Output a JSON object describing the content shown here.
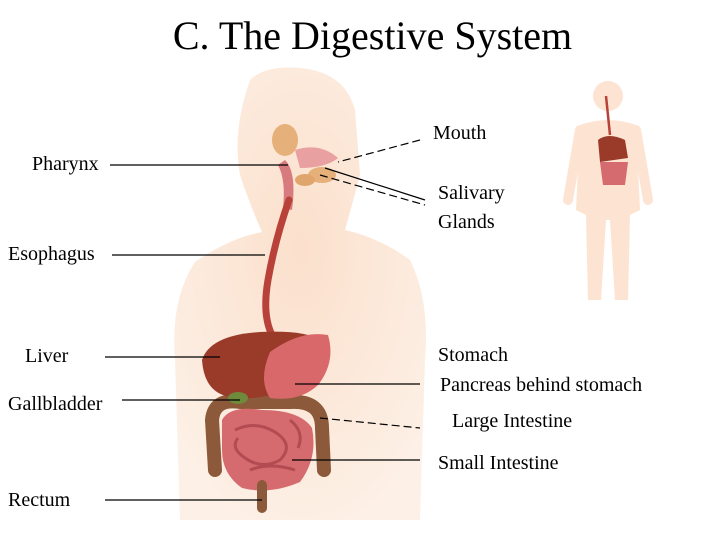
{
  "title": "C. The Digestive System",
  "labels": {
    "mouth": "Mouth",
    "pharynx": "Pharynx",
    "salivary_line1": "Salivary",
    "salivary_line2": "Glands",
    "esophagus": "Esophagus",
    "liver": "Liver",
    "gallbladder": "Gallbladder",
    "rectum": "Rectum",
    "stomach": "Stomach",
    "pancreas": "Pancreas behind stomach",
    "large_intestine": "Large Intestine",
    "small_intestine": "Small Intestine"
  },
  "colors": {
    "skin": "#fde4d2",
    "organ_red": "#b8423a",
    "liver": "#9a3b2a",
    "intestine": "#d56b6e",
    "colon": "#8c5a3a",
    "gland": "#e6b07a"
  }
}
